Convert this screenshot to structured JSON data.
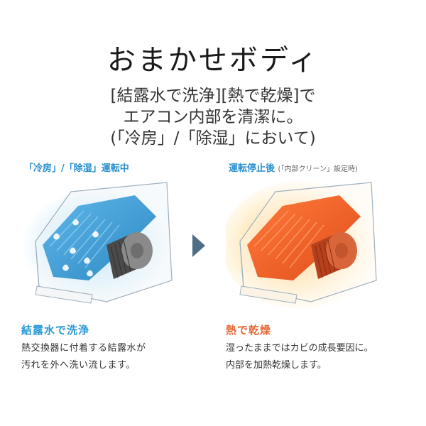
{
  "title": "おまかせボディ",
  "subtitle": {
    "line1": "[結露水で洗浄][熱で乾燥]で",
    "line2": "エアコン内部を清潔に。",
    "line3": "(「冷房」/「除湿」において)"
  },
  "left": {
    "label": "「冷房」/「除湿」運転中",
    "heading": "結露水で洗浄",
    "body_line1": "熱交換器に付着する結露水が",
    "body_line2": "汚れを外へ洗い流します。"
  },
  "right": {
    "label": "運転停止後",
    "label_note": "(「内部クリーン」設定時)",
    "heading": "熱で乾燥",
    "body_line1": "湿ったままではカビの成長要因に。",
    "body_line2": "内部を加熱乾燥します。"
  },
  "colors": {
    "blue_accent": "#2a9ad6",
    "orange_accent": "#e76a3a",
    "arrow": "#4d6e86"
  }
}
